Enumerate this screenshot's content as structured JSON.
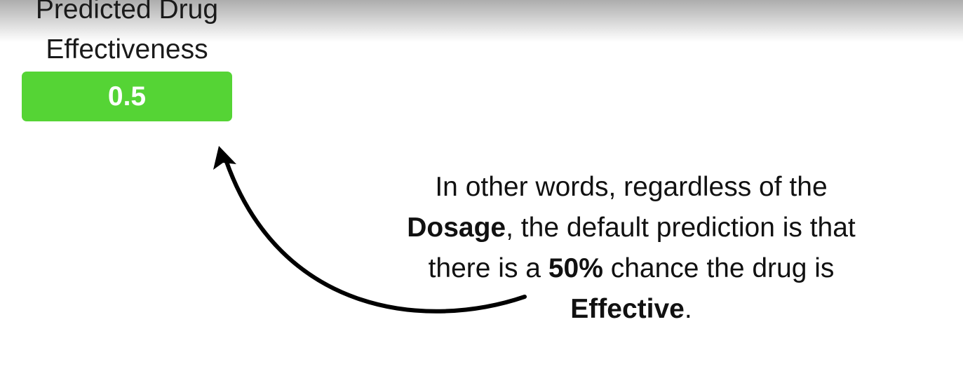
{
  "title": {
    "line1": "Predicted Drug",
    "line2": "Effectiveness"
  },
  "value": {
    "label": "0.5",
    "color": "#55d435"
  },
  "callout": {
    "line1": "In other words, regardless of the",
    "line2_bold": "Dosage",
    "line2_rest": ", the default prediction is that",
    "line3_pre": "there is a ",
    "line3_bold": "50%",
    "line3_post": " chance the drug is",
    "line4_bold": "Effective",
    "line4_post": "."
  },
  "arrow": {
    "icon": "curved-arrow-icon",
    "color": "#000000"
  }
}
